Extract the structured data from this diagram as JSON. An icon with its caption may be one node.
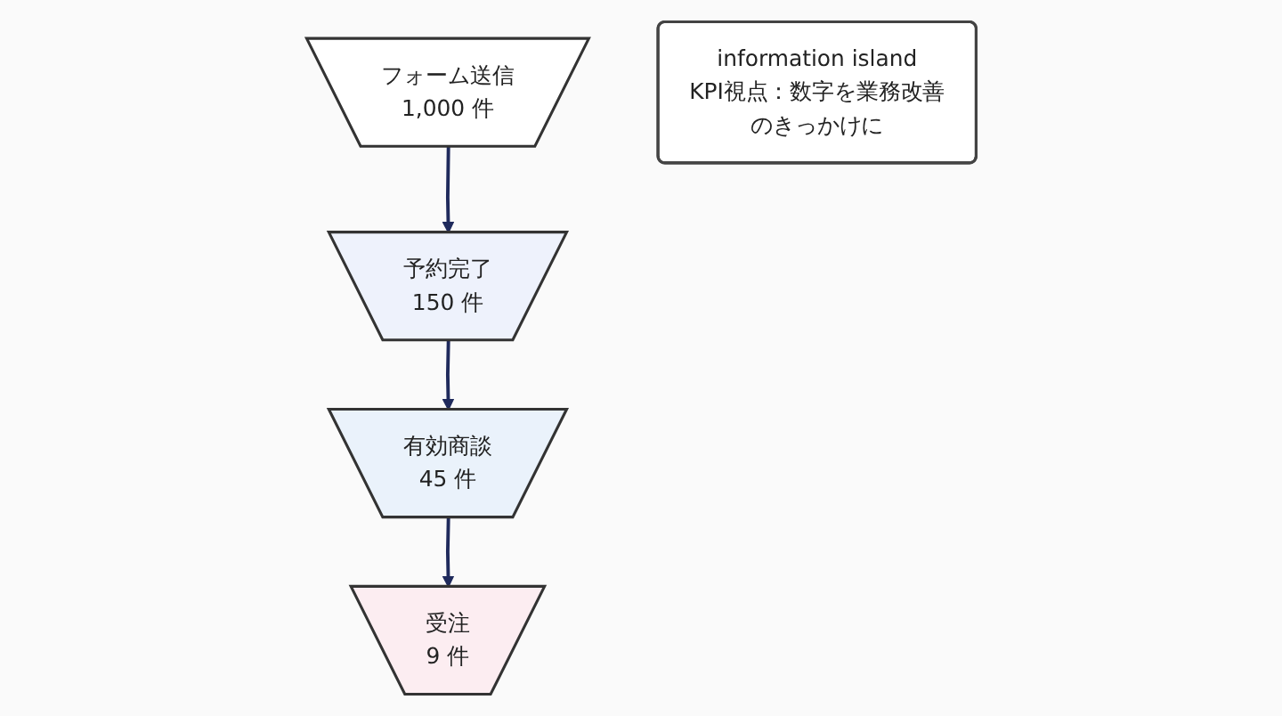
{
  "diagram": {
    "nodes": [
      {
        "text": [
          "フォーム送信",
          "1,000 件"
        ]
      },
      {
        "text": [
          "予約完了",
          "150 件"
        ]
      },
      {
        "text": [
          "有効商談",
          "45 件"
        ]
      },
      {
        "text": [
          "受注",
          "9 件"
        ]
      },
      {
        "text": [
          "information island",
          "KPI視点：数字を業務改善のきっかけに"
        ]
      }
    ],
    "edges": [
      {
        "from": 0,
        "to": 1,
        "arrow": "to"
      },
      {
        "from": 1,
        "to": 2,
        "arrow": "to"
      },
      {
        "from": 2,
        "to": 3,
        "arrow": "to"
      }
    ]
  }
}
